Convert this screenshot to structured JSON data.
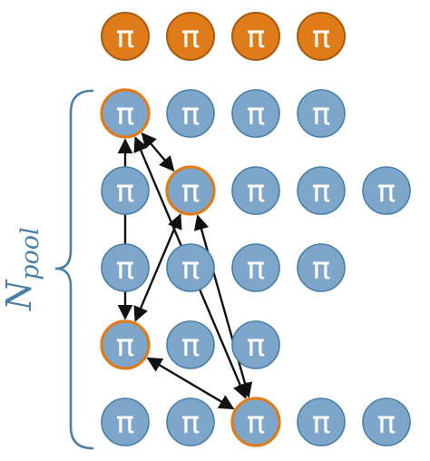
{
  "node_symbol": "π",
  "pool_label": {
    "main": "N",
    "subscript": "pool"
  },
  "colors": {
    "elite_fill": "#E07B1A",
    "elite_stroke": "#A75A10",
    "pool_fill": "#7EA6CA",
    "pool_stroke": "#4A7FA8",
    "highlight_stroke": "#E07B1A",
    "arrow": "#111111",
    "brace": "#4A7FA8"
  },
  "elite_row": {
    "count": 4
  },
  "pool_rows": [
    {
      "count": 4,
      "highlighted": [
        0
      ]
    },
    {
      "count": 5,
      "highlighted": [
        1
      ]
    },
    {
      "count": 4,
      "highlighted": []
    },
    {
      "count": 3,
      "highlighted": [
        0
      ]
    },
    {
      "count": 5,
      "highlighted": [
        2
      ]
    }
  ],
  "connections": [
    {
      "from": [
        0,
        0
      ],
      "to": [
        1,
        1
      ]
    },
    {
      "from": [
        0,
        0
      ],
      "to": [
        3,
        0
      ]
    },
    {
      "from": [
        0,
        0
      ],
      "to": [
        4,
        2
      ]
    },
    {
      "from": [
        1,
        1
      ],
      "to": [
        3,
        0
      ]
    },
    {
      "from": [
        1,
        1
      ],
      "to": [
        4,
        2
      ]
    },
    {
      "from": [
        3,
        0
      ],
      "to": [
        4,
        2
      ]
    }
  ]
}
